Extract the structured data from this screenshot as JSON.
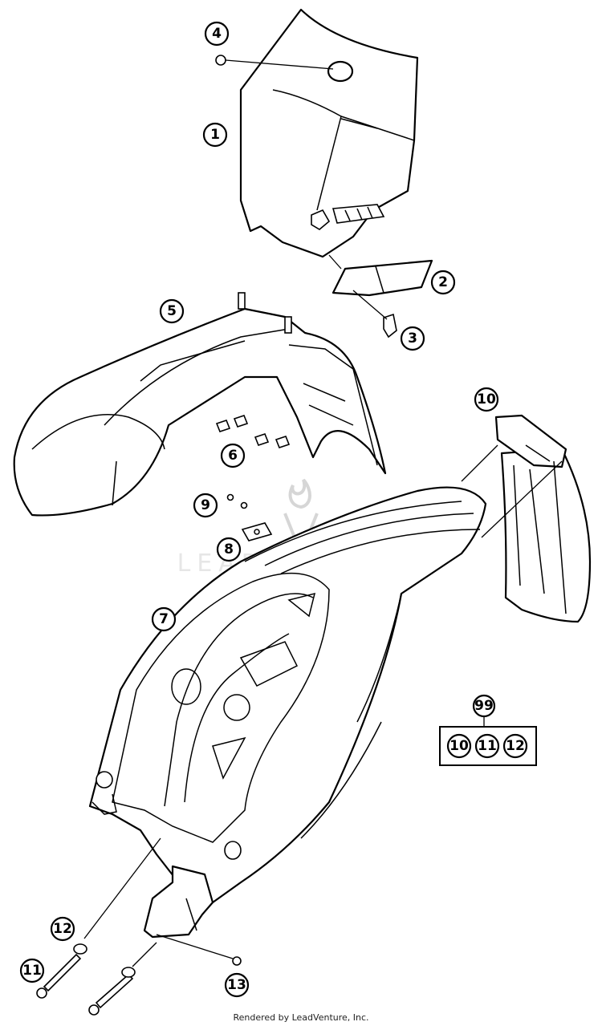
{
  "callouts": [
    {
      "id": "1",
      "label": "1"
    },
    {
      "id": "2",
      "label": "2"
    },
    {
      "id": "3",
      "label": "3"
    },
    {
      "id": "4",
      "label": "4"
    },
    {
      "id": "5",
      "label": "5"
    },
    {
      "id": "6",
      "label": "6"
    },
    {
      "id": "7",
      "label": "7"
    },
    {
      "id": "8",
      "label": "8"
    },
    {
      "id": "9",
      "label": "9"
    },
    {
      "id": "10",
      "label": "10"
    },
    {
      "id": "11",
      "label": "11"
    },
    {
      "id": "12",
      "label": "12"
    },
    {
      "id": "13",
      "label": "13"
    },
    {
      "id": "99",
      "label": "99"
    }
  ],
  "kit": {
    "label": "99",
    "contents": [
      "10",
      "11",
      "12"
    ]
  },
  "watermark": {
    "text": "LEADVENTURE"
  },
  "footer": {
    "credit": "Rendered by LeadVenture, Inc."
  }
}
